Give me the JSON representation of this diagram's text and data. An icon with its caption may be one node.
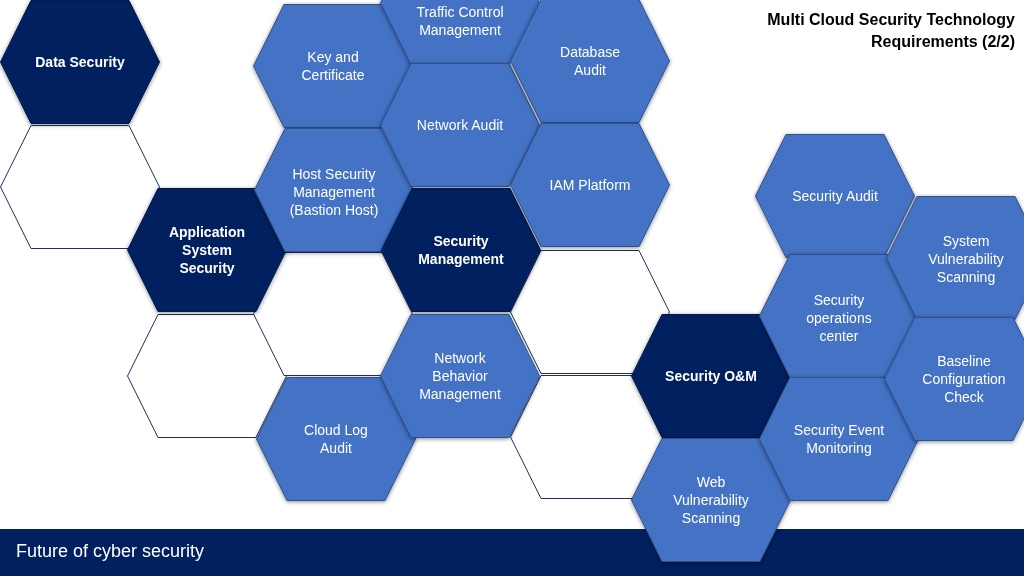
{
  "diagram": {
    "title": "Multi Cloud Security Technology Requirements (2/2)",
    "nodes": [
      {
        "text": [
          "Data Security"
        ]
      },
      {
        "text": [],
        "shape": "hexagon"
      },
      {
        "text": [
          "Application System Security"
        ]
      },
      {
        "text": [],
        "shape": "hexagon"
      },
      {
        "text": [
          "Key and Certificate"
        ]
      },
      {
        "text": [
          "Host Security Management (Bastion Host)"
        ]
      },
      {
        "text": [],
        "shape": "hexagon"
      },
      {
        "text": [
          "Cloud Log Audit"
        ]
      },
      {
        "text": [
          "Traffic Control Management"
        ]
      },
      {
        "text": [
          "Network Audit"
        ]
      },
      {
        "text": [
          "Security Management"
        ]
      },
      {
        "text": [
          "Network Behavior Management"
        ]
      },
      {
        "text": [
          "Database Audit"
        ]
      },
      {
        "text": [
          "IAM Platform"
        ]
      },
      {
        "text": [],
        "shape": "hexagon"
      },
      {
        "text": [],
        "shape": "hexagon"
      },
      {
        "text": [
          "Security O&M"
        ]
      },
      {
        "text": [
          "Web Vulnerability Scanning"
        ]
      },
      {
        "text": [
          "Security Audit"
        ]
      },
      {
        "text": [
          "Security operations center"
        ]
      },
      {
        "text": [
          "Security Event Monitoring"
        ]
      },
      {
        "text": [
          "System Vulnerability Scanning"
        ]
      },
      {
        "text": [
          "Baseline Configuration Check"
        ]
      }
    ],
    "labels": [
      "Future of cyber security"
    ]
  }
}
